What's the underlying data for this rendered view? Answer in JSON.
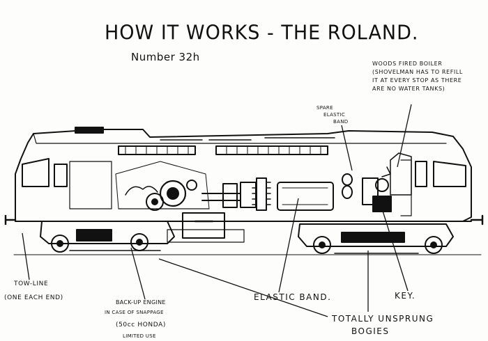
{
  "title": "HOW IT WORKS - THE ROLAND.",
  "subtitle": "Number 32h",
  "labels": {
    "boiler": [
      "WOODS FIRED BOILER",
      "(SHOVELMAN HAS TO REFILL",
      "IT AT EVERY STOP AS THERE",
      "ARE NO WATER TANKS)"
    ],
    "spare_elastic": [
      "SPARE",
      "ELASTIC",
      "BAND"
    ],
    "tow_line": [
      "TOW-LINE",
      "(ONE EACH END)"
    ],
    "backup": [
      "BACK-UP ENGINE",
      "IN CASE OF SNAPPAGE",
      "(50cc HONDA)",
      "LIMITED USE"
    ],
    "elastic_band": "ELASTIC BAND.",
    "key": "KEY.",
    "bogies": [
      "TOTALLY UNSPRUNG",
      "BOGIES"
    ]
  },
  "colors": {
    "ink": "#111111",
    "paper": "#fdfdfb"
  }
}
